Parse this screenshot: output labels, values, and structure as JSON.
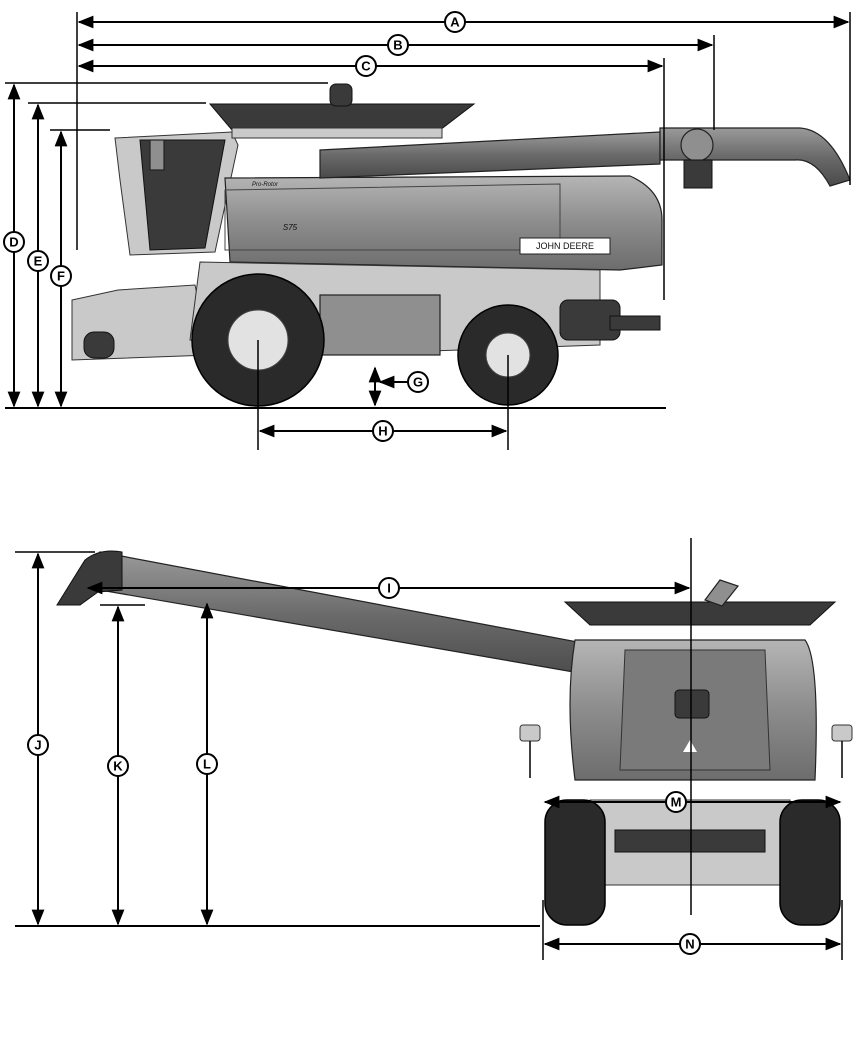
{
  "diagram": {
    "labels": [
      "A",
      "B",
      "C",
      "D",
      "E",
      "F",
      "G",
      "H",
      "I",
      "J",
      "K",
      "L",
      "M",
      "N"
    ],
    "brand_text": "JOHN DEERE",
    "model_text": "S75",
    "rotor_text": "Pro-Rotor"
  }
}
